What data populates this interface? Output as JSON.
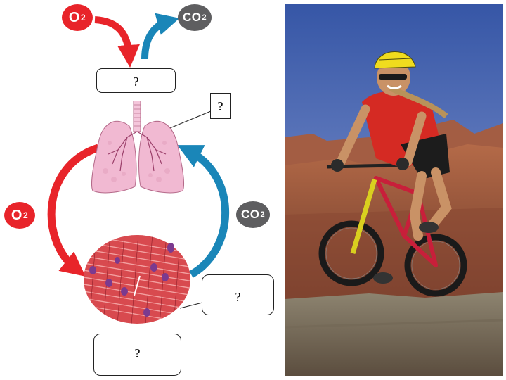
{
  "labels": {
    "o2_top": "O",
    "o2_top_sub": "2",
    "co2_top": "CO",
    "co2_top_sub": "2",
    "o2_left": "O",
    "o2_left_sub": "2",
    "co2_right": "CO",
    "co2_right_sub": "2"
  },
  "blanks": {
    "top_box": "?",
    "lungs_box": "?",
    "tissue_box": "?",
    "bottom_box": "?"
  },
  "colors": {
    "oxygen": "#e8242a",
    "carbon_dioxide": "#5e5e60",
    "return_arrow": "#1a86b8",
    "lungs": "#f1b9d2",
    "muscle": "#d84a4f"
  }
}
